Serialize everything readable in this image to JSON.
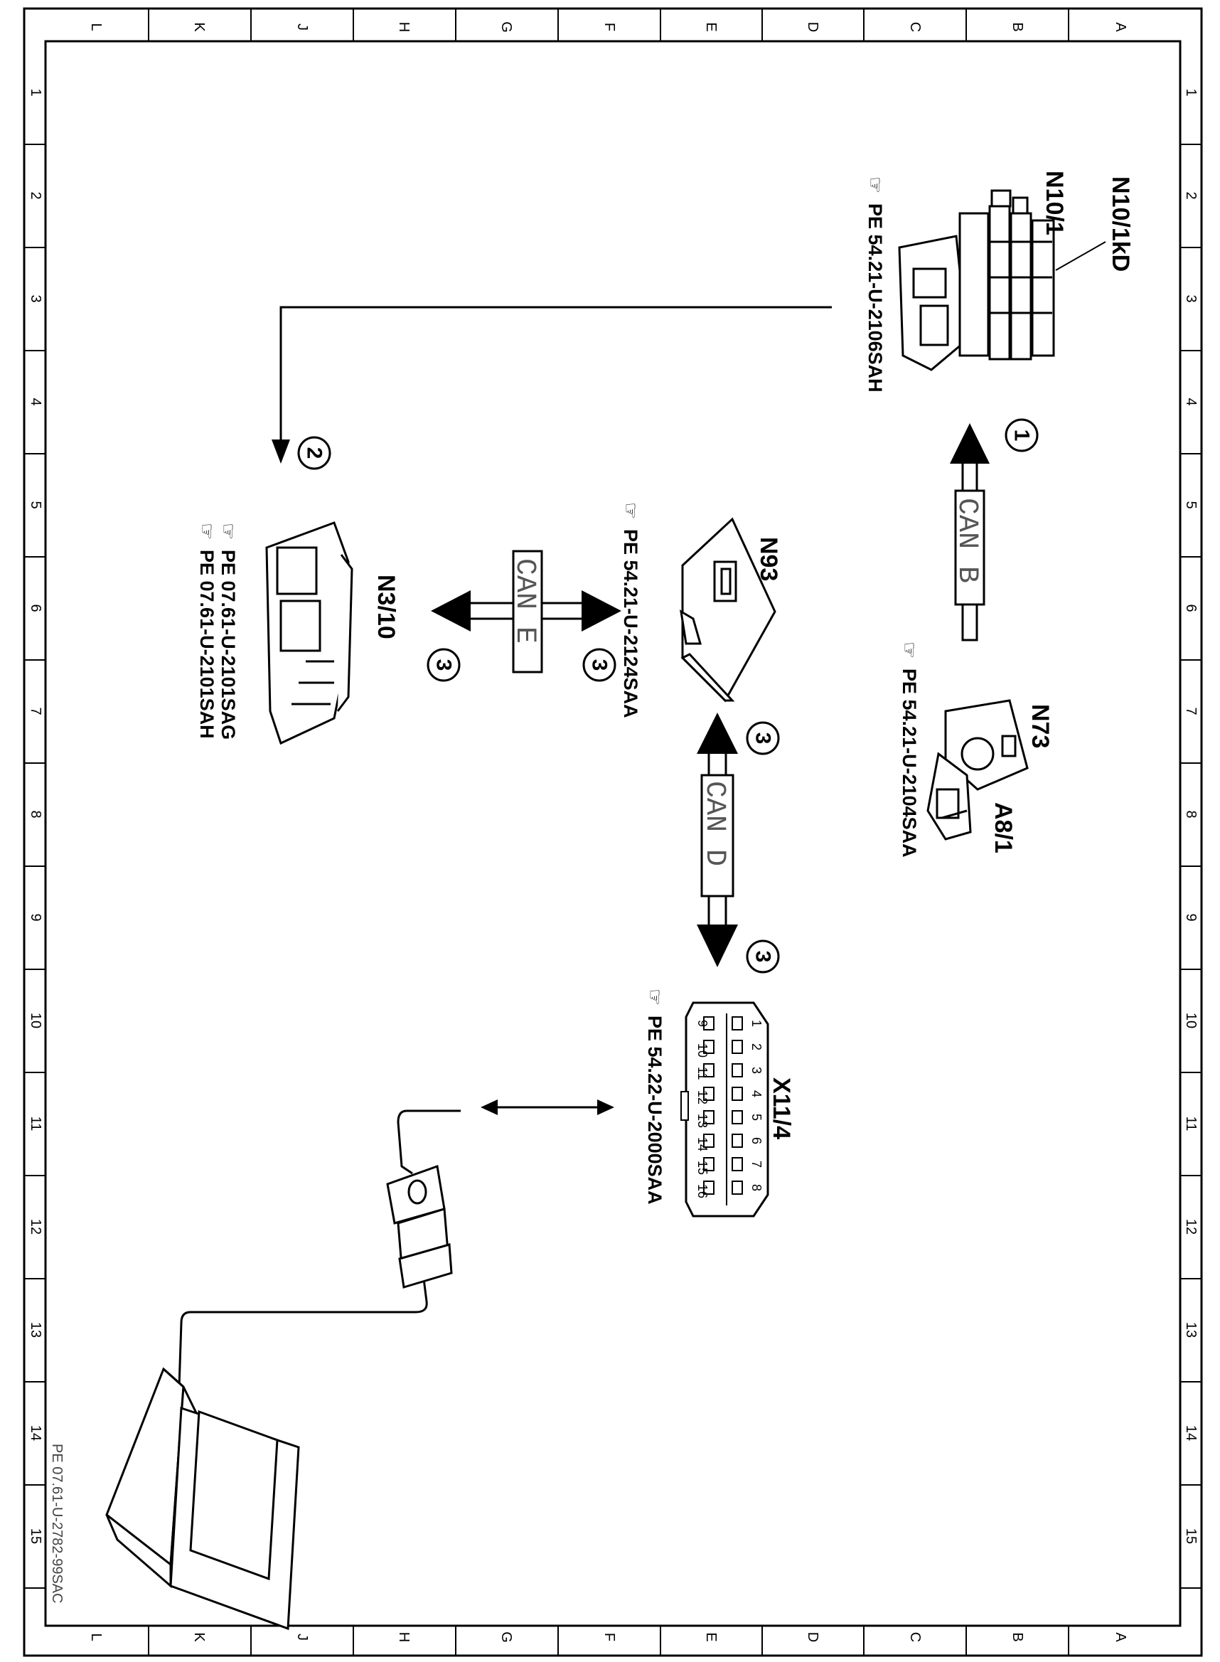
{
  "grid": {
    "column_letters": [
      "L",
      "K",
      "J",
      "H",
      "G",
      "F",
      "E",
      "D",
      "C",
      "B",
      "A"
    ],
    "row_numbers": [
      "1",
      "2",
      "3",
      "4",
      "5",
      "6",
      "7",
      "8",
      "9",
      "10",
      "11",
      "12",
      "13",
      "14",
      "15"
    ]
  },
  "components": {
    "n10_1kd": "N10/1kD",
    "n10_1": "N10/1",
    "n10_ref": "PE 54.21-U-2106SAH",
    "n73": "N73",
    "a8_1": "A8/1",
    "n73_ref": "PE 54.21-U-2104SAA",
    "n93": "N93",
    "n93_ref": "PE 54.21-U-2124SAA",
    "n3_10": "N3/10",
    "n3_10_ref1": "PE 07.61-U-2101SAG",
    "n3_10_ref2": "PE 07.61-U-2101SAH",
    "x11_4": "X11/4",
    "x11_4_ref": "PE 54.22-U-2000SAA"
  },
  "obd_pins": {
    "top": [
      "1",
      "2",
      "3",
      "4",
      "5",
      "6",
      "7",
      "8"
    ],
    "bottom": [
      "9",
      "10",
      "11",
      "12",
      "13",
      "14",
      "15",
      "16"
    ]
  },
  "buses": {
    "can_b": "CAN B",
    "can_d": "CAN D",
    "can_e": "CAN E"
  },
  "markers": {
    "m1": "1",
    "m2": "2",
    "m3a": "3",
    "m3b": "3",
    "m3c": "3",
    "m3d": "3"
  },
  "document_id": "PE 07.61-U-2782-99SAC"
}
